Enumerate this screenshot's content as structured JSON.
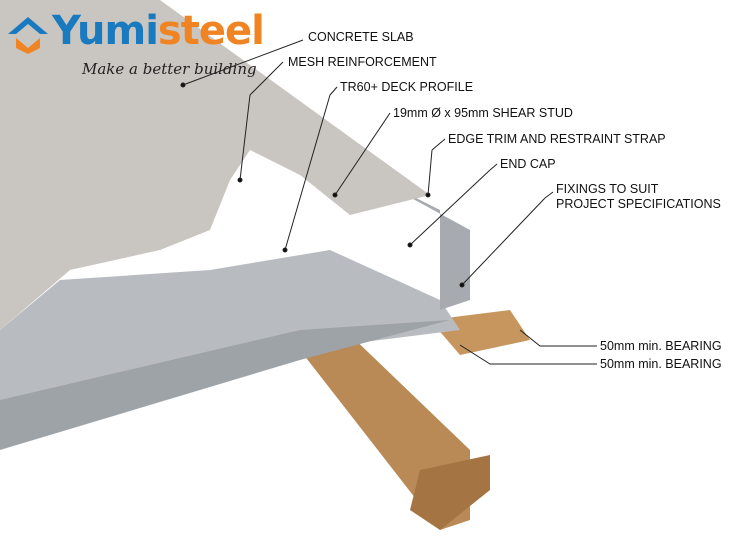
{
  "brand": {
    "name_part1": "Yumi",
    "name_part2": "steel",
    "tagline": "Make a better building",
    "colors": {
      "blue": "#1a7ac0",
      "orange": "#f08322"
    }
  },
  "labels": {
    "concrete_slab": "CONCRETE SLAB",
    "mesh": "MESH REINFORCEMENT",
    "deck": "TR60+ DECK PROFILE",
    "stud": "19mm Ø x 95mm SHEAR STUD",
    "edge": "EDGE TRIM AND RESTRAINT STRAP",
    "endcap": "END CAP",
    "fixings1": "FIXINGS TO SUIT",
    "fixings2": "PROJECT SPECIFICATIONS",
    "bearing1": "50mm min. BEARING",
    "bearing2": "50mm min. BEARING"
  }
}
